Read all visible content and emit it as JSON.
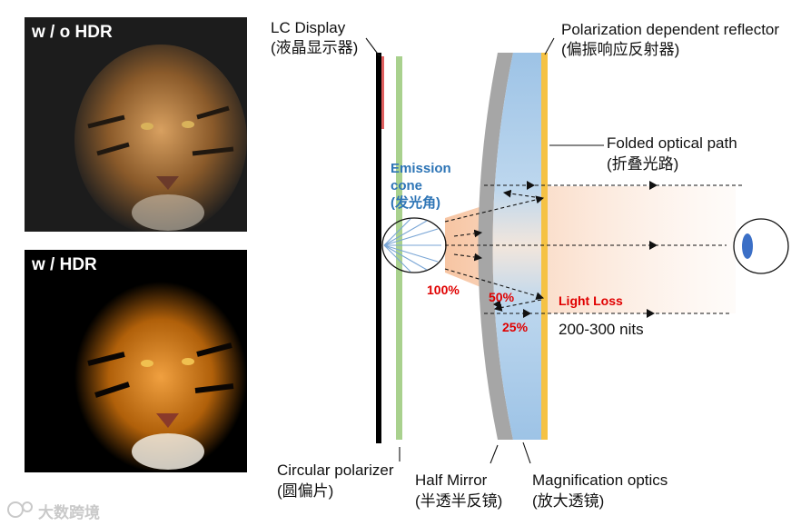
{
  "photos": {
    "without_label": "w / o HDR",
    "with_label": "w / HDR"
  },
  "labels": {
    "lc_display": "LC Display",
    "lc_display_cn": "(液晶显示器)",
    "pdr": "Polarization dependent reflector",
    "pdr_cn": "(偏振响应反射器)",
    "folded": "Folded optical path",
    "folded_cn": "(折叠光路)",
    "emission_1": "Emission",
    "emission_2": "cone",
    "emission_cn": "(发光角)",
    "pct_100": "100%",
    "pct_50": "50%",
    "pct_25": "25%",
    "light_loss": "Light Loss",
    "nits": "200-300 nits",
    "circular": "Circular polarizer",
    "circular_cn": "(圆偏片)",
    "half_mirror": "Half Mirror",
    "half_mirror_cn": "(半透半反镜)",
    "magnification": "Magnification optics",
    "magnification_cn": "(放大透镜)"
  },
  "watermark": "大数跨境",
  "colors": {
    "emission_text": "#2e75b6",
    "loss_text": "#e00000",
    "polarizer": "#a9d18e",
    "reflector": "#f5c244",
    "lens": "#a9c7ea",
    "eye": "#3b6fc6"
  }
}
